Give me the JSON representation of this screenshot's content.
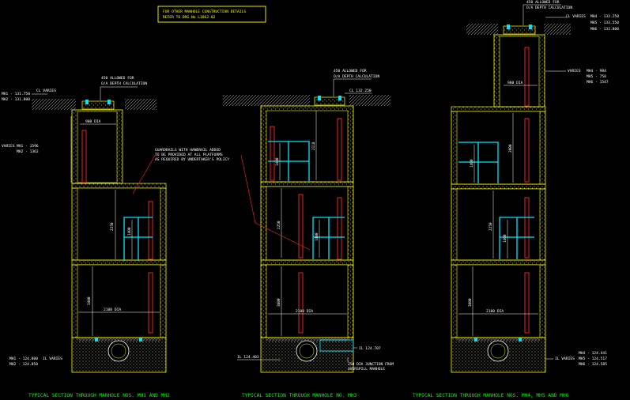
{
  "note": {
    "line1": "FOR OTHER MANHOLE CONSTRUCTION DETAILS",
    "line2": "REFER TO DRG No L1862-02"
  },
  "colors": {
    "background": "#000000",
    "wall": "#ffff00",
    "ladder": "#ff2a2a",
    "guardrail": "#00e5ff",
    "dimension": "#ffffff",
    "title": "#00ff00"
  },
  "sections": [
    {
      "title": "TYPICAL SECTION THROUGH MANHOLE NOS. MH1 AND MH2",
      "allow_note": "450 ALLOWED FOR",
      "depth_note": "O/A DEPTH CALCULATION",
      "cl_label": "CL VARIES",
      "cover_levels": [
        "MH1 - 131.750",
        "MH2 - 131.800"
      ],
      "inner_dim_top": "900 DIA",
      "varies_label": "VARIES",
      "varies_values": [
        "MH1 - 1596",
        "MH2 - 1362"
      ],
      "guardrail_note": [
        "GUARDRAILS WITH HANDRAIL ADDED",
        "TO BE PROVIDED AT ALL PLATFORMS",
        "AS REQUIRED BY UNDERTAKER'S POLICY"
      ],
      "dim_2250": "2250",
      "dim_1400": "1400",
      "dim_3400": "3400",
      "dia_label": "2100 DIA",
      "invert_label": "IL VARIES",
      "invert_levels": [
        "MH1 - 124.800",
        "MH2 - 124.850"
      ]
    },
    {
      "title": "TYPICAL SECTION THROUGH MANHOLE NO. MH3",
      "allow_note": "450 ALLOWED FOR",
      "depth_note": "O/A DEPTH CALCULATION",
      "cl_label": "CL 132.250",
      "dim_2118": "2118",
      "dim_1400a": "1400",
      "dim_2250": "2250",
      "dim_1400b": "1400",
      "dim_3600": "3600",
      "dia_label": "2100 DIA",
      "invert_left": "IL 124.403",
      "invert_right": "IL 124.707",
      "junction_note": [
        "250 DIA JUNCTION FROM",
        "OVERSPILL MANHOLE"
      ]
    },
    {
      "title": "TYPICAL SECTION THROUGH MANHOLE NOS. MH4, MH5 AND MH6",
      "allow_note": "450 ALLOWED FOR",
      "depth_note": "O/A DEPTH CALCULATION",
      "cl_label": "CL VARIES",
      "cover_levels": [
        "MH4 - 133.250",
        "MH5 - 133.550",
        "MH6 - 133.800"
      ],
      "inner_dim_top": "900 DIA",
      "varies_label": "VARIES",
      "varies_values": [
        "MH4 - 984",
        "MH5 - 758",
        "MH6 - 1547"
      ],
      "dim_2000": "2000",
      "dim_1400a": "1400",
      "dim_2250": "2250",
      "dim_1400b": "1400",
      "dim_3600": "3600",
      "dia_label": "2100 DIA",
      "invert_label": "IL VARIES",
      "invert_levels": [
        "MH4 - 124.441",
        "MH5 - 124.517",
        "MH6 - 124.585"
      ]
    }
  ]
}
